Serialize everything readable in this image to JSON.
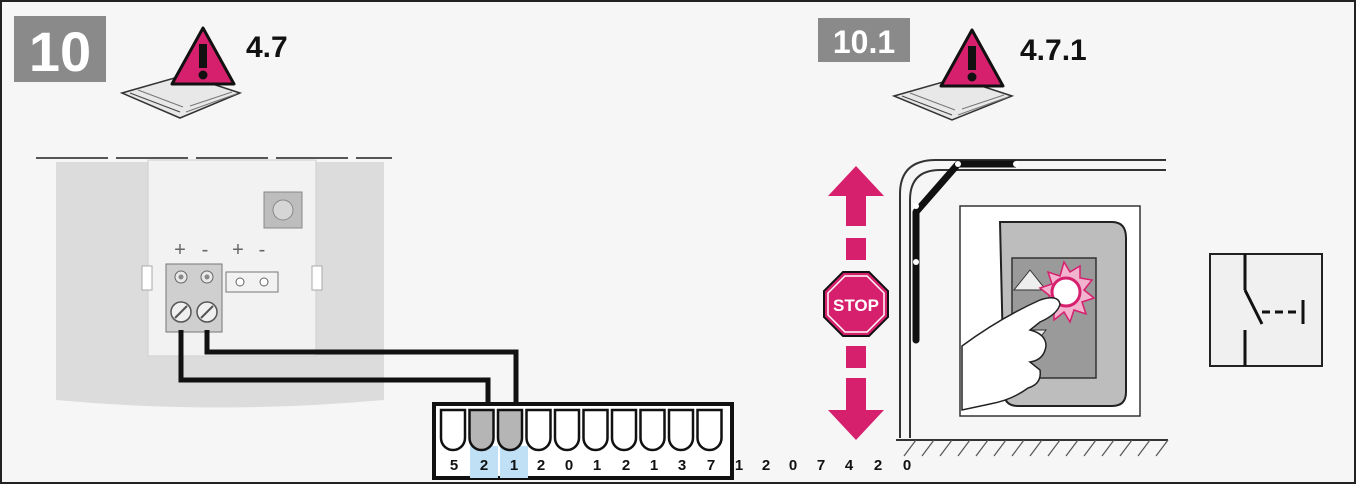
{
  "panel_left": {
    "step_number": "10",
    "manual_ref": "4.7",
    "terminal_block": {
      "top_signs": [
        "+",
        "-",
        "+",
        "-"
      ],
      "labels": [
        "5",
        "2",
        "1",
        "2",
        "0",
        "1",
        "2",
        "1",
        "3",
        "7",
        "1",
        "2",
        "0",
        "7",
        "4",
        "2",
        "0"
      ]
    }
  },
  "panel_right": {
    "step_number": "10.1",
    "manual_ref": "4.7.1",
    "stop_sign": "STOP"
  },
  "colors": {
    "accent": "#d6206e",
    "step_badge": "#8a8a8a",
    "panel_bg": "#f5f5f5",
    "highlight": "#bfe0f5",
    "device_gray": "#d9d9d9"
  }
}
